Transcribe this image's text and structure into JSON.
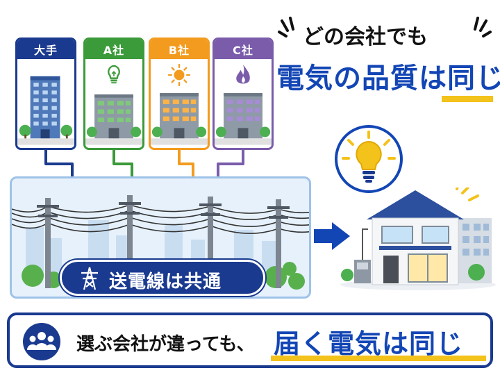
{
  "companies": [
    {
      "label": "大手",
      "color": "#1a3a8f",
      "icon": "none"
    },
    {
      "label": "A社",
      "color": "#3b9a3a",
      "icon": "lightbulb-icon"
    },
    {
      "label": "B社",
      "color": "#f39b1f",
      "icon": "sun-icon"
    },
    {
      "label": "C社",
      "color": "#7a5cab",
      "icon": "flame-icon"
    }
  ],
  "headline": {
    "line1": "どの会社でも",
    "line2": "電気の品質は同じ"
  },
  "grid": {
    "label": "送電線は共通",
    "icon": "transmission-tower-icon"
  },
  "bottom": {
    "text": "選ぶ会社が違っても、",
    "emphasis": "届く電気は同じ",
    "icon": "people-icon"
  },
  "colors": {
    "navy": "#1a3a8f",
    "blue": "#1346b5",
    "yellow": "#f3c21b",
    "green": "#3b9a3a",
    "orange": "#f39b1f",
    "purple": "#7a5cab",
    "panel": "#e6f1fb"
  }
}
